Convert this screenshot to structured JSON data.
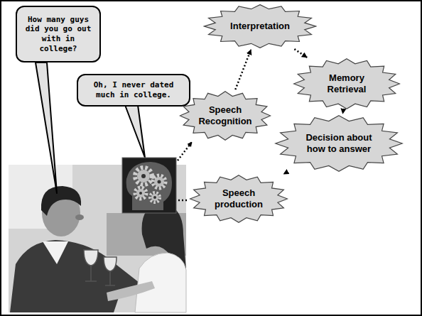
{
  "diagram": {
    "nodes": [
      {
        "text": [
          "How many guys did you go out with in college?"
        ]
      },
      {
        "text": [
          "Oh, I never dated much in college."
        ]
      },
      {
        "text": [
          "Interpretation"
        ]
      },
      {
        "text": [
          "Speech Recognition"
        ]
      },
      {
        "text": [
          "Memory Retrieval"
        ]
      },
      {
        "text": [
          "Decision about how to answer"
        ]
      },
      {
        "text": [
          "Speech production"
        ]
      }
    ],
    "edges": [
      {
        "from": 3,
        "to": 2,
        "arrow": "to"
      },
      {
        "from": 2,
        "to": 4,
        "arrow": "to"
      },
      {
        "from": 4,
        "to": 5,
        "arrow": "to"
      },
      {
        "from": 5,
        "to": 6,
        "arrow": "to"
      }
    ]
  }
}
